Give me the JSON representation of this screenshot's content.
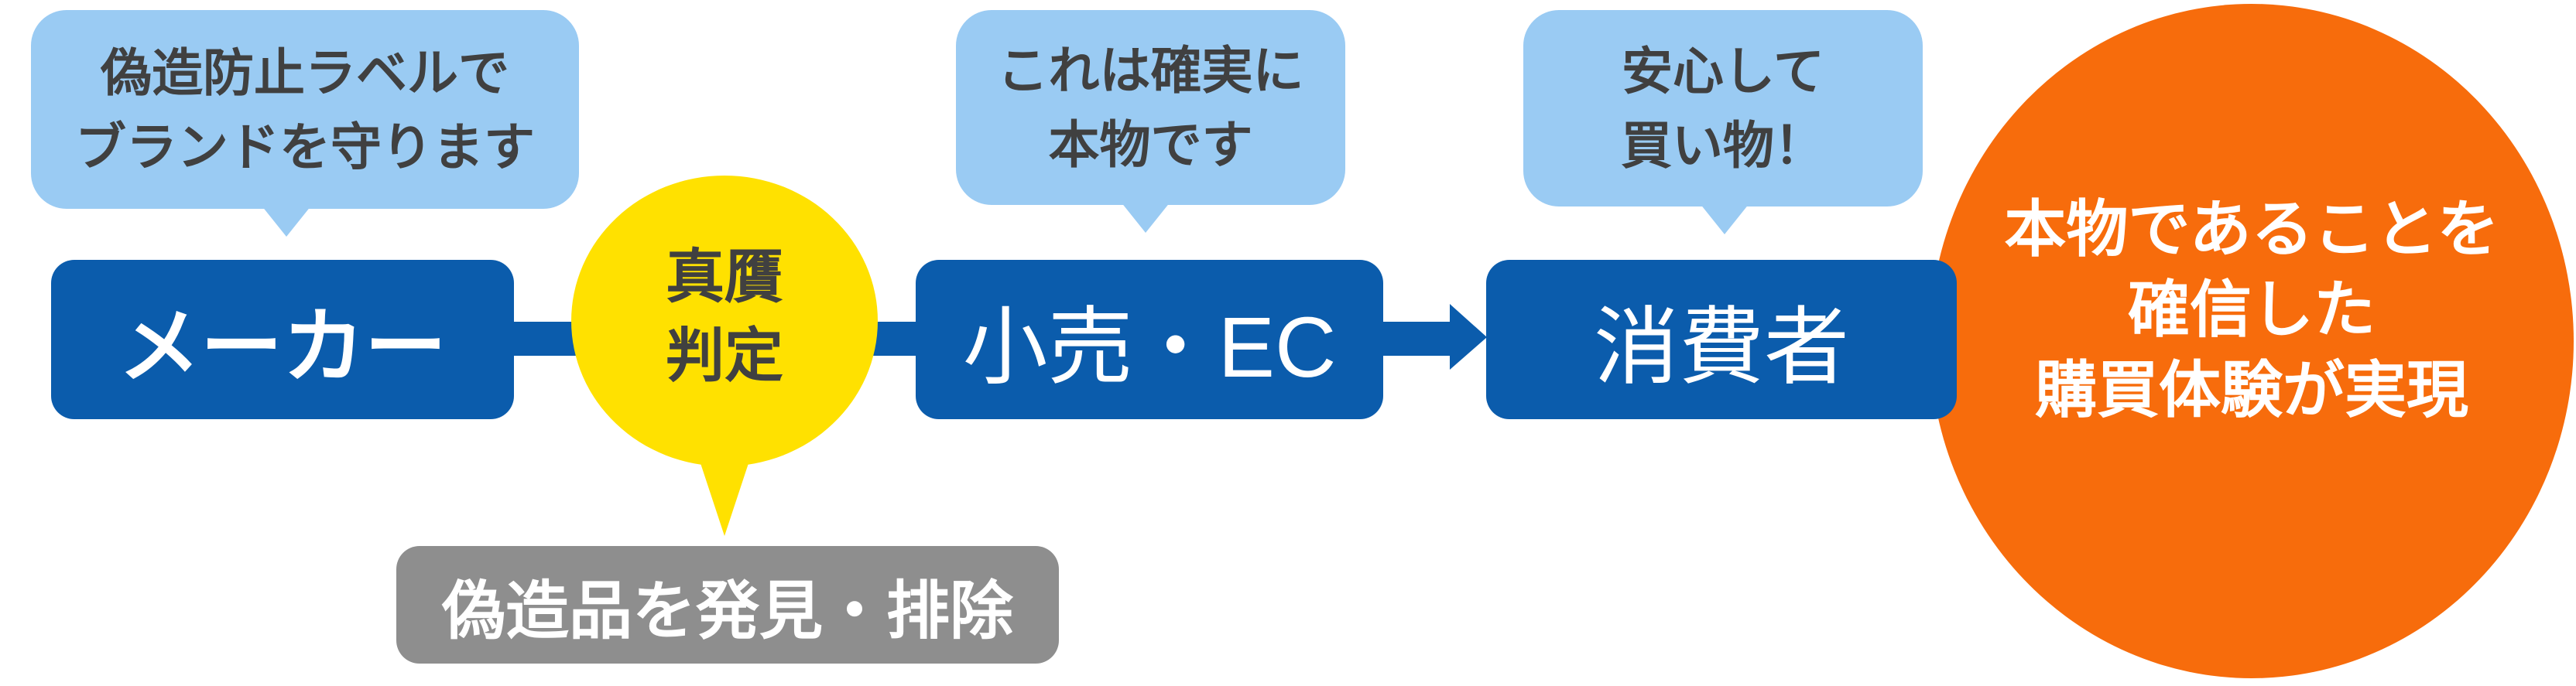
{
  "colors": {
    "light_blue": "#9ACBF3",
    "dark_blue": "#0B5CAC",
    "yellow": "#FFE100",
    "gray": "#8E8E8E",
    "orange": "#F76C0C",
    "text_dark": "#404040",
    "text_white": "#FFFFFF"
  },
  "bubbles": {
    "maker": {
      "lines": [
        "偽造防止ラベルで",
        "ブランドを守ります"
      ]
    },
    "retail": {
      "lines": [
        "これは確実に",
        "本物です"
      ]
    },
    "consumer": {
      "lines": [
        "安心して",
        "買い物！"
      ]
    }
  },
  "nodes": {
    "maker": "メーカー",
    "judgment": {
      "lines": [
        "真贋",
        "判定"
      ]
    },
    "retail": "小売・EC",
    "consumer": "消費者"
  },
  "gray_note": "偽造品を発見・排除",
  "result_circle": {
    "lines": [
      "本物であることを",
      "確信した",
      "購買体験が実現"
    ]
  }
}
